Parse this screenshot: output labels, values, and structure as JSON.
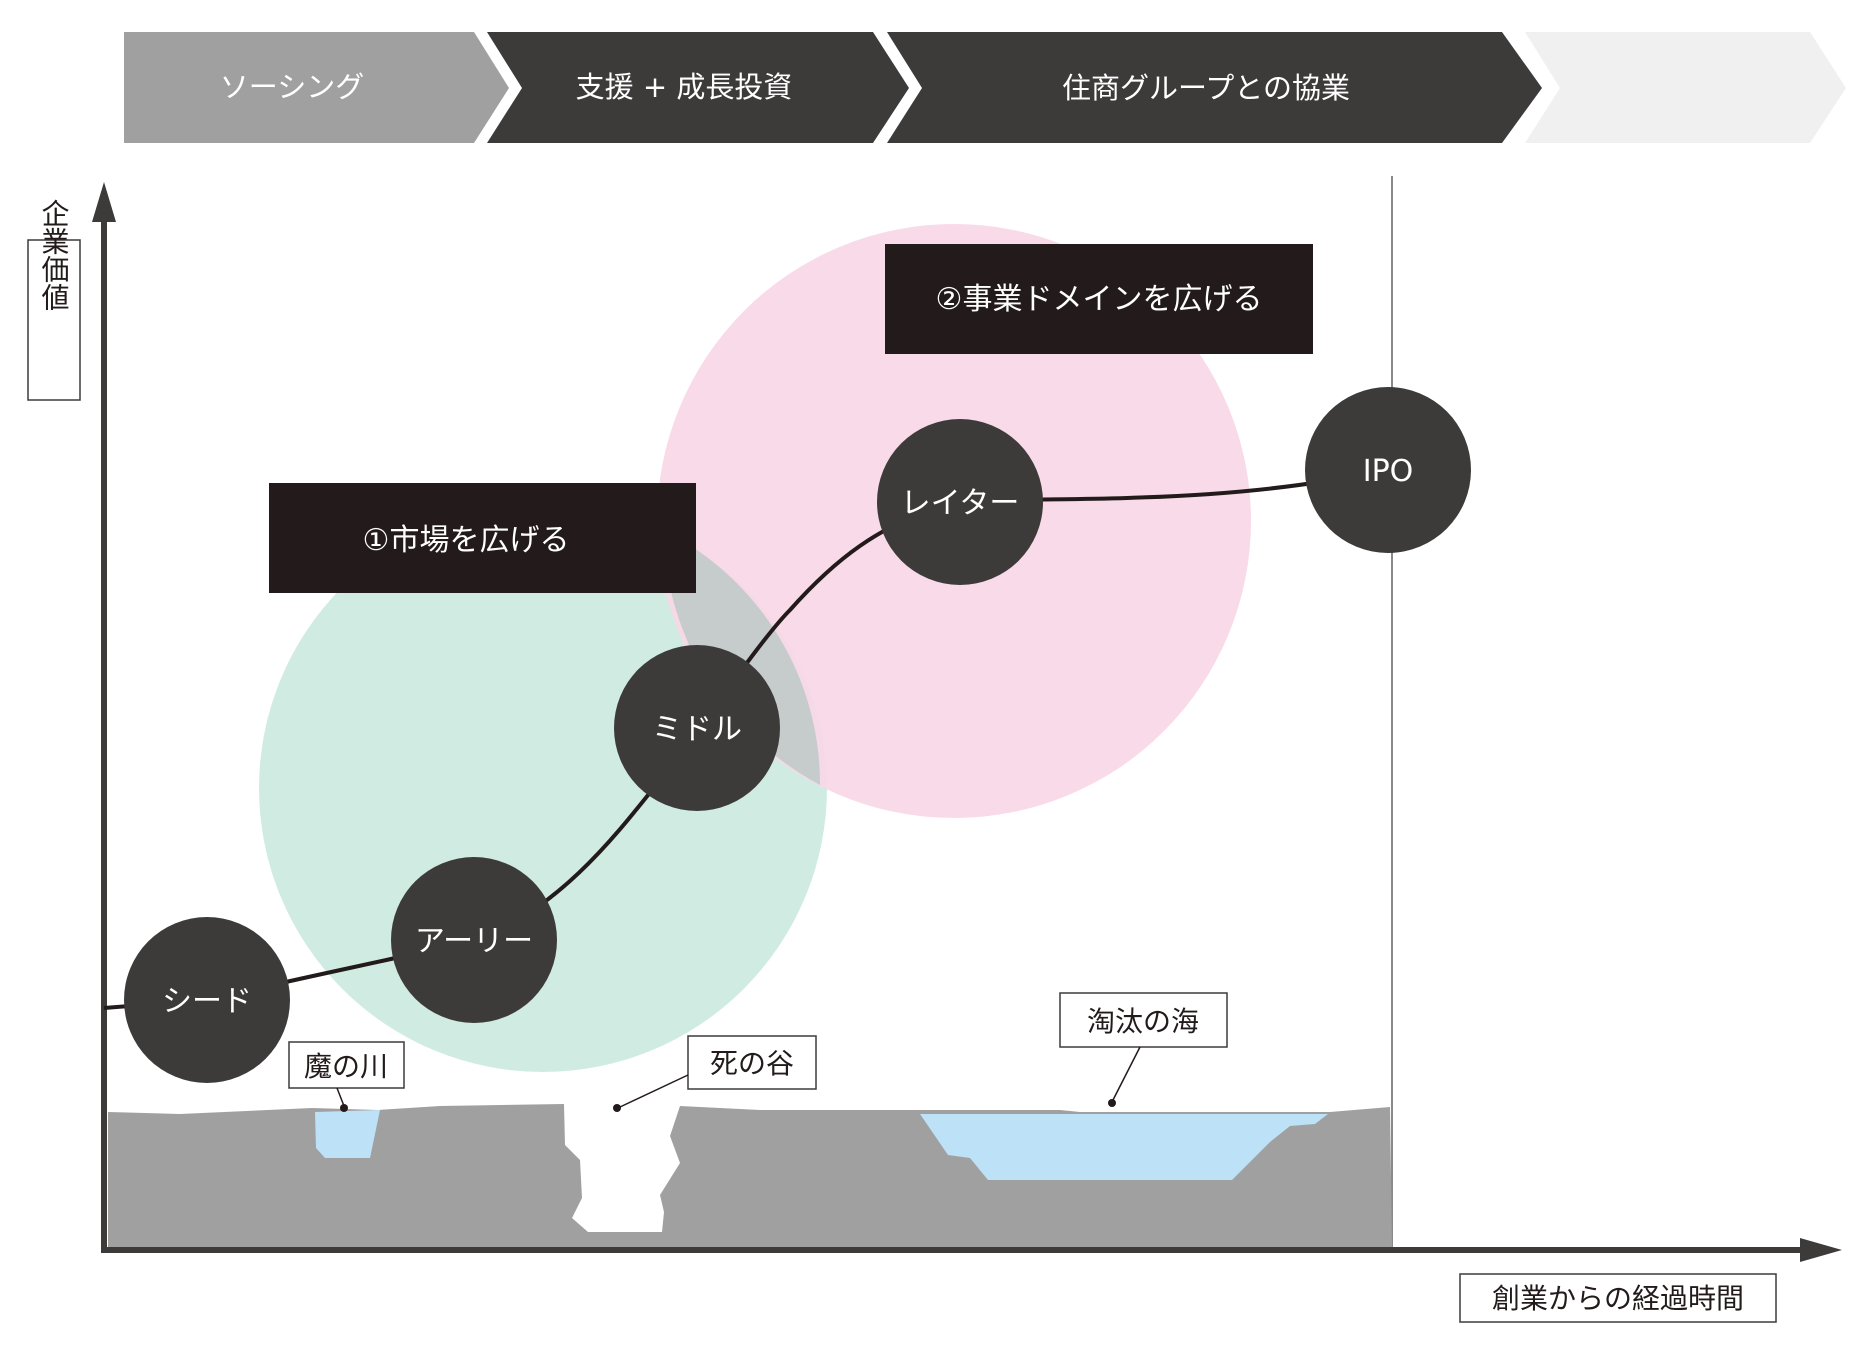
{
  "phases": [
    {
      "label": "ソーシング",
      "fill": "#a0a0a0"
    },
    {
      "label": "支援 + 成長投資",
      "fill": "#3d3a3a"
    },
    {
      "label": "住商グループとの協業",
      "fill": "#3d3a3a"
    },
    {
      "label": "",
      "fill": "#f0f0f0"
    }
  ],
  "axes": {
    "y_label": "企業価値",
    "x_label": "創業からの経過時間"
  },
  "callouts": {
    "expand_market": "①市場を広げる",
    "expand_domain": "②事業ドメインを広げる"
  },
  "stages": [
    "シード",
    "アーリー",
    "ミドル",
    "レイター",
    "IPO"
  ],
  "hazards": {
    "river": "魔の川",
    "valley": "死の谷",
    "sea": "淘汰の海"
  },
  "colors": {
    "stage_circle": "#3d3a3a",
    "green_circle": "#cdebe0",
    "pink_circle": "#f8d7e6",
    "ground": "#a0a0a0",
    "water": "#bde1f6",
    "label_box": "#231b1b"
  }
}
